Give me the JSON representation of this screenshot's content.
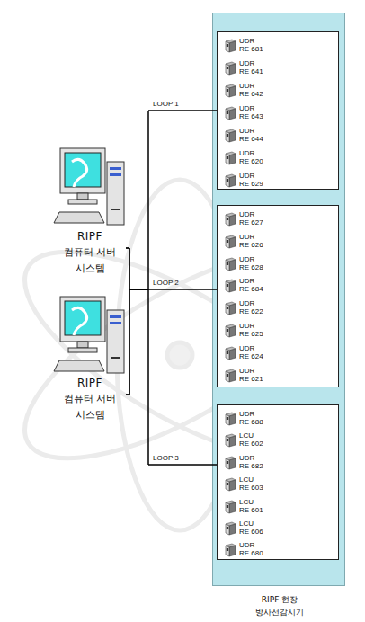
{
  "diagram": {
    "nodes": [
      {
        "text": [
          "RIPF",
          "컴퓨터 서버 시스템"
        ]
      },
      {
        "text": [
          "RIPF",
          "컴퓨터 서버 시스템"
        ]
      },
      {
        "text": [
          "RIPF 현장 방사선감시기"
        ]
      },
      {
        "text": [],
        "in": 2
      },
      {
        "text": [
          "UDR",
          "RE 681"
        ],
        "in": 3
      },
      {
        "text": [
          "UDR",
          "RE 641"
        ],
        "in": 3
      },
      {
        "text": [
          "UDR",
          "RE 642"
        ],
        "in": 3
      },
      {
        "text": [
          "UDR",
          "RE 643"
        ],
        "in": 3
      },
      {
        "text": [
          "UDR",
          "RE 644"
        ],
        "in": 3
      },
      {
        "text": [
          "UDR",
          "RE 620"
        ],
        "in": 3
      },
      {
        "text": [
          "UDR",
          "RE 629"
        ],
        "in": 3
      },
      {
        "text": [],
        "in": 2
      },
      {
        "text": [
          "UDR",
          "RE 627"
        ],
        "in": 11
      },
      {
        "text": [
          "UDR",
          "RE 626"
        ],
        "in": 11
      },
      {
        "text": [
          "UDR",
          "RE 628"
        ],
        "in": 11
      },
      {
        "text": [
          "UDR",
          "RE 684"
        ],
        "in": 11
      },
      {
        "text": [
          "UDR",
          "RE 622"
        ],
        "in": 11
      },
      {
        "text": [
          "UDR",
          "RE 625"
        ],
        "in": 11
      },
      {
        "text": [
          "UDR",
          "RE 624"
        ],
        "in": 11
      },
      {
        "text": [
          "UDR",
          "RE 621"
        ],
        "in": 11
      },
      {
        "text": [],
        "in": 2
      },
      {
        "text": [
          "UDR",
          "RE 688"
        ],
        "in": 20
      },
      {
        "text": [
          "LCU",
          "RE 602"
        ],
        "in": 20
      },
      {
        "text": [
          "UDR",
          "RE 682"
        ],
        "in": 20
      },
      {
        "text": [
          "LCU",
          "RE 603"
        ],
        "in": 20
      },
      {
        "text": [
          "LCU",
          "RE 601"
        ],
        "in": 20
      },
      {
        "text": [
          "LCU",
          "RE 606"
        ],
        "in": 20
      },
      {
        "text": [
          "UDR",
          "RE 680"
        ],
        "in": 20
      }
    ],
    "edges": [
      {
        "from": 0,
        "to": 3,
        "arrow": "none",
        "label": "LOOP 1"
      },
      {
        "from": 0,
        "to": 11,
        "arrow": "none",
        "label": "LOOP 2"
      },
      {
        "from": 0,
        "to": 20,
        "arrow": "none",
        "label": "LOOP 3"
      },
      {
        "from": 1,
        "to": 3,
        "arrow": "none"
      },
      {
        "from": 1,
        "to": 11,
        "arrow": "none"
      },
      {
        "from": 1,
        "to": 20,
        "arrow": "none"
      }
    ]
  }
}
